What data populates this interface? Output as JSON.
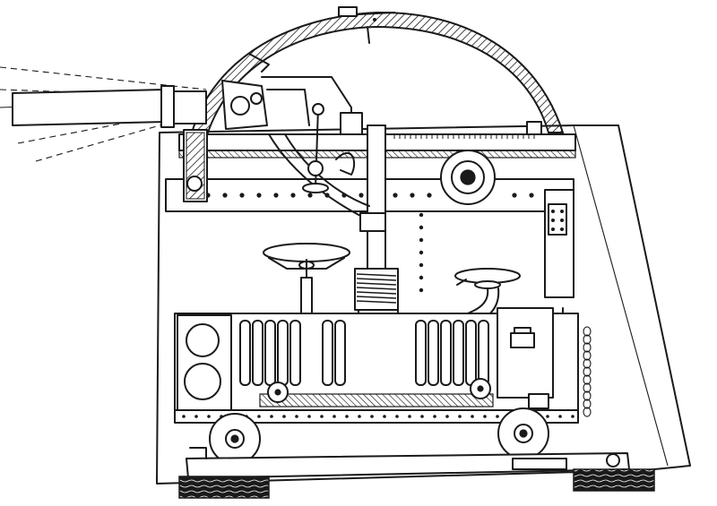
{
  "figure": {
    "ink_color": "#1a1a1a",
    "paper_color": "#ffffff",
    "parts": [
      {
        "id": "armored-dome",
        "icon": "dome-hatched-arc"
      },
      {
        "id": "gun-barrel",
        "icon": "barrel-with-elevation-sweep"
      },
      {
        "id": "hull-plate",
        "icon": "trapezoid-side-plate"
      },
      {
        "id": "central-column",
        "icon": "vertical-shaft"
      },
      {
        "id": "handwheel-left",
        "icon": "handwheel"
      },
      {
        "id": "handwheel-right",
        "icon": "handwheel"
      },
      {
        "id": "road-wheel-left",
        "icon": "wheel"
      },
      {
        "id": "road-wheel-right",
        "icon": "wheel"
      },
      {
        "id": "pulley-wheel",
        "icon": "pulley"
      },
      {
        "id": "ammunition-racks",
        "icon": "vertical-tubes"
      },
      {
        "id": "skid-blocks",
        "icon": "wooden-blocks"
      }
    ]
  }
}
